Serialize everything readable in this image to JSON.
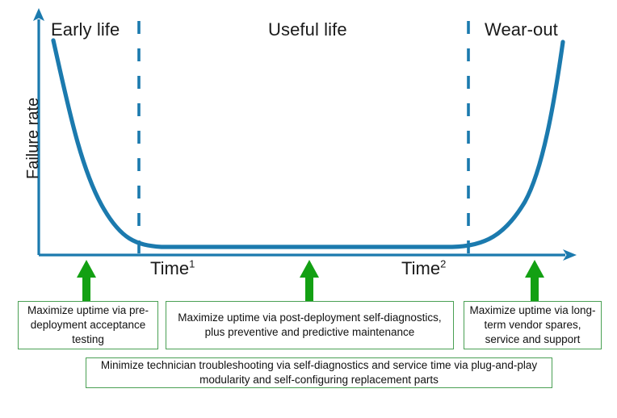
{
  "figure": {
    "type": "bathtub-curve",
    "axis": {
      "ylabel": "Failure rate",
      "xlabel_1": "Time",
      "xlabel_1_sup": "1",
      "xlabel_2": "Time",
      "xlabel_2_sup": "2",
      "axis_color": "#1b7aae"
    },
    "phases": [
      {
        "id": "early-life",
        "label": "Early life"
      },
      {
        "id": "useful-life",
        "label": "Useful life"
      },
      {
        "id": "wear-out",
        "label": "Wear-out"
      }
    ],
    "dividers": [
      {
        "id": "divider-time-1",
        "x": 172,
        "style": "dashed",
        "color": "#1b7aae"
      },
      {
        "id": "divider-time-2",
        "x": 580,
        "style": "dashed",
        "color": "#1b7aae"
      }
    ],
    "arrows": [
      {
        "id": "callout-arrow-early-life",
        "x": 107,
        "color": "#13a013"
      },
      {
        "id": "callout-arrow-useful-life",
        "x": 383,
        "color": "#13a013"
      },
      {
        "id": "callout-arrow-wear-out",
        "x": 662,
        "color": "#13a013"
      }
    ],
    "notes": [
      {
        "id": "note-early-life",
        "text": "Maximize uptime via pre-deployment acceptance testing",
        "border_color": "#4aa054"
      },
      {
        "id": "note-useful-life",
        "text": "Maximize uptime via post-deployment self-diagnostics, plus preventive and predictive maintenance",
        "border_color": "#4aa054"
      },
      {
        "id": "note-wear-out",
        "text": "Maximize uptime via long-term vendor spares, service and support",
        "border_color": "#4aa054"
      }
    ],
    "summary_note": {
      "id": "note-summary",
      "text": "Minimize technician troubleshooting via self-diagnostics and service time via plug-and-play modularity and self-configuring replacement parts",
      "border_color": "#4aa054"
    }
  },
  "chart_data": {
    "type": "line",
    "title": "",
    "xlabel": "Time",
    "ylabel": "Failure rate",
    "grid": false,
    "legend": "none",
    "series": [
      {
        "name": "Failure rate (bathtub curve)",
        "color": "#1b7aae",
        "x": [
          0.0,
          0.03,
          0.06,
          0.1,
          0.14,
          0.19,
          0.25,
          0.32,
          0.4,
          0.5,
          0.62,
          0.72,
          0.8,
          0.85,
          0.88,
          0.91,
          0.94,
          0.96,
          0.98,
          1.0
        ],
        "y": [
          0.95,
          0.72,
          0.55,
          0.41,
          0.3,
          0.22,
          0.15,
          0.1,
          0.07,
          0.05,
          0.05,
          0.05,
          0.06,
          0.09,
          0.14,
          0.22,
          0.35,
          0.52,
          0.72,
          0.95
        ]
      }
    ],
    "regions": [
      {
        "label": "Early life",
        "x_range": [
          0.0,
          0.19
        ]
      },
      {
        "label": "Useful life",
        "x_range": [
          0.19,
          0.8
        ]
      },
      {
        "label": "Wear-out",
        "x_range": [
          0.8,
          1.0
        ]
      }
    ],
    "annotations": [
      {
        "text": "Time¹",
        "x": 0.19
      },
      {
        "text": "Time²",
        "x": 0.8
      }
    ],
    "xlim": [
      0,
      1
    ],
    "ylim": [
      0,
      1
    ]
  }
}
